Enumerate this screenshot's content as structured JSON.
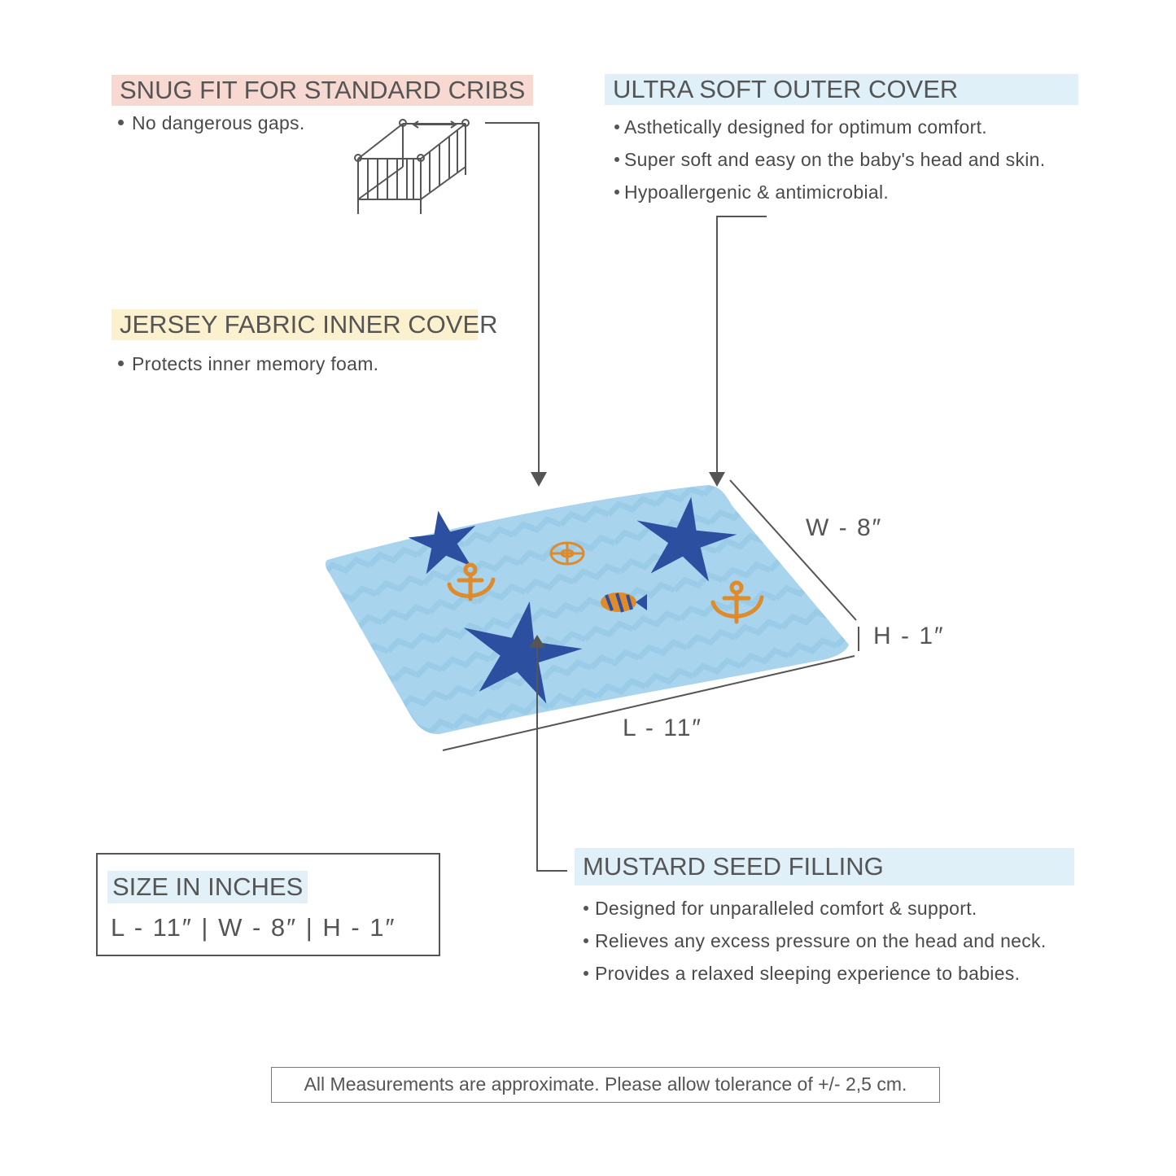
{
  "colors": {
    "snug_bg": "#f8d9d2",
    "outer_bg": "#dff0f8",
    "jersey_bg": "#fbf1cf",
    "mustard_bg": "#dff0f8",
    "size_bg": "#e2f1f8",
    "pillow": "#a9d4ee",
    "starfish": "#2d4fa0",
    "anchor": "#df8a2b",
    "line": "#555555"
  },
  "snug": {
    "heading": "SNUG FIT FOR STANDARD CRIBS",
    "bullets": [
      "No dangerous gaps."
    ]
  },
  "outer_cover": {
    "heading": "ULTRA SOFT OUTER COVER",
    "bullets": [
      "Asthetically designed for optimum comfort.",
      "Super soft and easy on the baby's head and skin.",
      "Hypoallergenic & antimicrobial."
    ]
  },
  "jersey": {
    "heading": "JERSEY FABRIC INNER COVER",
    "bullets": [
      "Protects inner memory foam."
    ]
  },
  "mustard": {
    "heading": "MUSTARD SEED FILLING",
    "bullets": [
      "Designed for unparalleled comfort & support.",
      "Relieves any excess pressure on the head and neck.",
      "Provides a relaxed sleeping experience to babies."
    ]
  },
  "dimensions": {
    "width": "W - 8″",
    "height": "H - 1″",
    "length": "L - 11″"
  },
  "size_box": {
    "title": "SIZE IN INCHES",
    "value": "L - 11″ | W - 8″ | H - 1″"
  },
  "footer": {
    "note": "All Measurements are approximate. Please allow tolerance of +/- 2,5 cm."
  },
  "icons": [
    "crib-icon",
    "starfish-icon",
    "anchor-icon",
    "ship-wheel-icon",
    "fish-icon"
  ]
}
